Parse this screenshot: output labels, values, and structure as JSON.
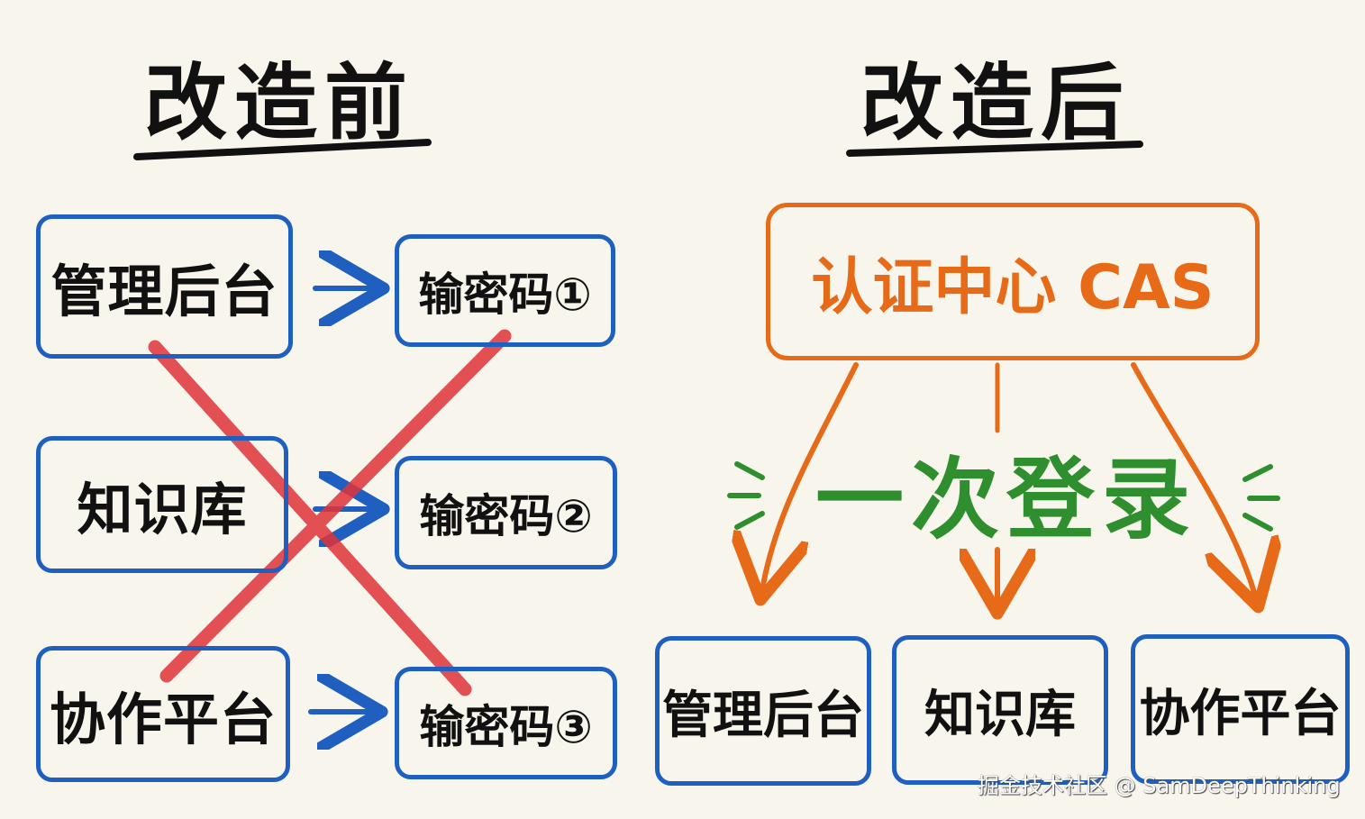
{
  "titles": {
    "before": "改造前",
    "after": "改造后"
  },
  "before": {
    "systems": [
      "管理后台",
      "知识库",
      "协作平台"
    ],
    "passwords": [
      "输密码①",
      "输密码②",
      "输密码③"
    ]
  },
  "after": {
    "center": "认证中心 CAS",
    "slogan": "一次登录",
    "systems": [
      "管理后台",
      "知识库",
      "协作平台"
    ]
  },
  "watermark": "掘金技术社区 @ SamDeepThinking",
  "colors": {
    "background": "#f8f5ec",
    "blue": "#1f5fbf",
    "orange": "#e66a18",
    "green": "#2f8f2f",
    "red": "#e0353a",
    "text": "#111111"
  }
}
